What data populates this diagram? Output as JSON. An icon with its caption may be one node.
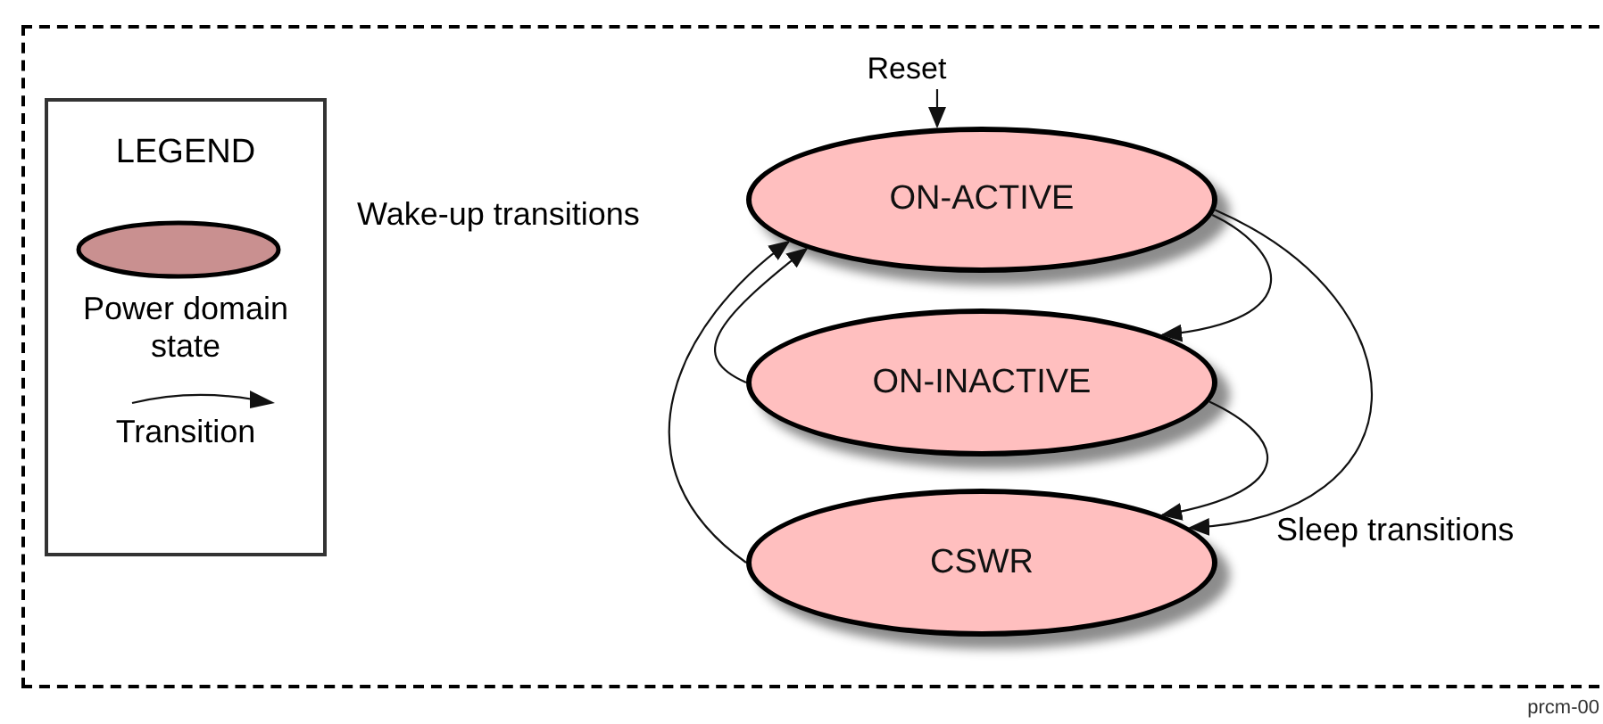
{
  "diagram": {
    "nodes": [
      {
        "text": [],
        "shape": "box"
      },
      {
        "text": [
          "LEGEND"
        ],
        "in": 0
      },
      {
        "text": [
          "ON-ACTIVE"
        ],
        "in": 0
      },
      {
        "text": [
          "ON-INACTIVE"
        ],
        "in": 0
      },
      {
        "text": [
          "CSWR"
        ],
        "in": 0
      },
      {
        "text": [
          "Reset"
        ],
        "in": 0
      }
    ],
    "edges": [
      {
        "from": 5,
        "to": 2,
        "arrow": "to"
      },
      {
        "from": 2,
        "to": 3,
        "arrow": "to"
      },
      {
        "from": 2,
        "to": 4,
        "arrow": "to"
      },
      {
        "from": 3,
        "to": 4,
        "arrow": "to"
      },
      {
        "from": 3,
        "to": 2,
        "arrow": "to"
      },
      {
        "from": 4,
        "to": 2,
        "arrow": "to"
      }
    ],
    "labels": [
      "Wake-up transitions",
      "Sleep transitions",
      "prcm-00"
    ],
    "legend": [
      {
        "text": "Power domain state"
      },
      {
        "text": "Transition"
      }
    ]
  }
}
